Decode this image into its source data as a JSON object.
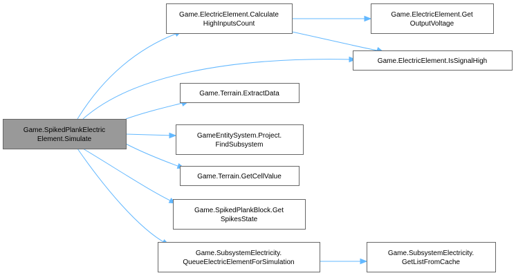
{
  "diagram": {
    "type": "call-graph",
    "root": "n0",
    "nodes": [
      {
        "id": "n0",
        "lines": [
          "Game.SpikedPlankElectric",
          "Element.Simulate"
        ],
        "root": true
      },
      {
        "id": "n1",
        "lines": [
          "Game.ElectricElement.Calculate",
          "HighInputsCount"
        ]
      },
      {
        "id": "n2",
        "lines": [
          "Game.ElectricElement.Get",
          "OutputVoltage"
        ]
      },
      {
        "id": "n3",
        "lines": [
          "Game.ElectricElement.IsSignalHigh"
        ]
      },
      {
        "id": "n4",
        "lines": [
          "Game.Terrain.ExtractData"
        ]
      },
      {
        "id": "n5",
        "lines": [
          "GameEntitySystem.Project.",
          "FindSubsystem"
        ]
      },
      {
        "id": "n6",
        "lines": [
          "Game.Terrain.GetCellValue"
        ]
      },
      {
        "id": "n7",
        "lines": [
          "Game.SpikedPlankBlock.Get",
          "SpikesState"
        ]
      },
      {
        "id": "n8",
        "lines": [
          "Game.SubsystemElectricity.",
          "QueueElectricElementForSimulation"
        ]
      },
      {
        "id": "n9",
        "lines": [
          "Game.SubsystemElectricity.",
          "GetListFromCache"
        ]
      }
    ],
    "edges": [
      {
        "from": "n0",
        "to": "n1"
      },
      {
        "from": "n0",
        "to": "n3"
      },
      {
        "from": "n0",
        "to": "n4"
      },
      {
        "from": "n0",
        "to": "n5"
      },
      {
        "from": "n0",
        "to": "n6"
      },
      {
        "from": "n0",
        "to": "n7"
      },
      {
        "from": "n0",
        "to": "n8"
      },
      {
        "from": "n1",
        "to": "n2"
      },
      {
        "from": "n1",
        "to": "n3"
      },
      {
        "from": "n8",
        "to": "n9"
      }
    ],
    "colors": {
      "edge": "#63b8ff",
      "node_border": "#666666",
      "root_fill": "#999999",
      "node_fill": "#ffffff"
    }
  }
}
